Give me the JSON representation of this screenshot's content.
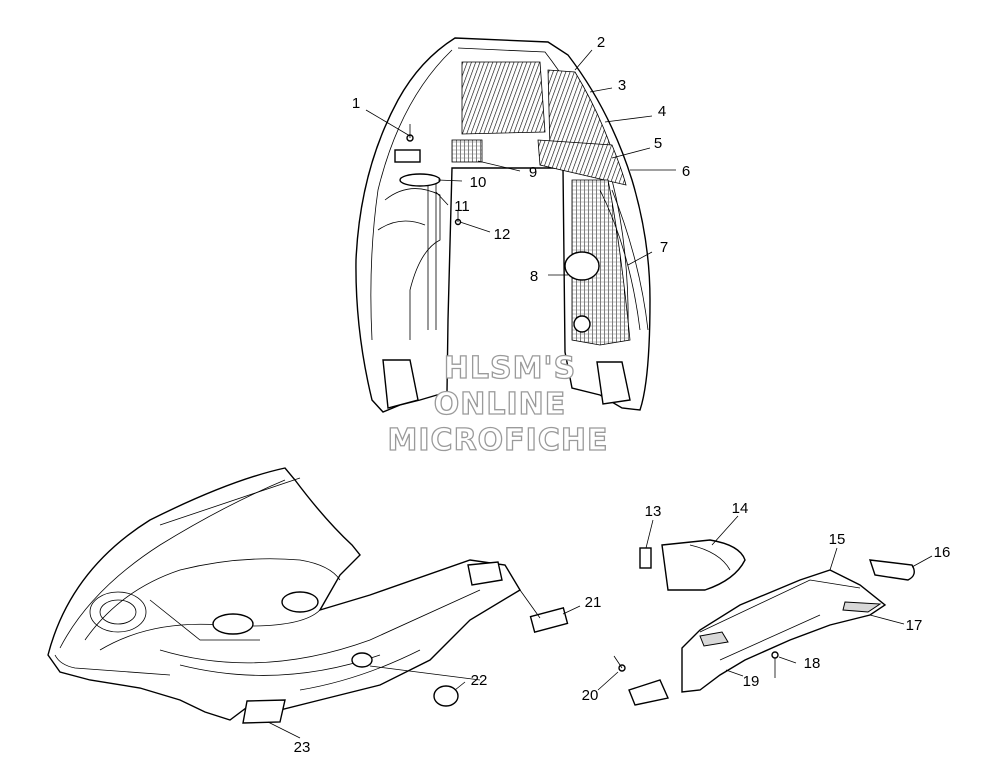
{
  "watermark": {
    "lines": [
      "HLSM'S",
      "ONLINE",
      "MICROFICHE"
    ]
  },
  "callouts": [
    "1",
    "2",
    "3",
    "4",
    "5",
    "6",
    "7",
    "8",
    "9",
    "10",
    "11",
    "12",
    "13",
    "14",
    "15",
    "16",
    "17",
    "18",
    "19",
    "20",
    "21",
    "22",
    "23"
  ]
}
